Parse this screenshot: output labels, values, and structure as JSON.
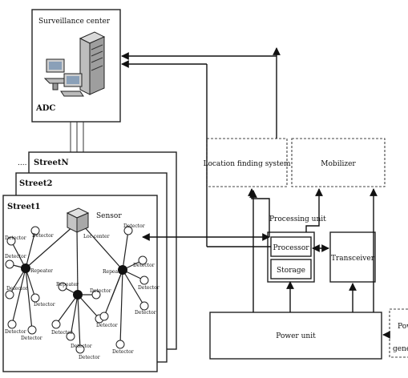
{
  "labels": {
    "surveillance_center": "Surveillance center",
    "adc": "ADC",
    "street_n": "StreetN",
    "street_2": "Street2",
    "street_1": "Street1",
    "sensor": "Sensor",
    "loc_center": "Loc center",
    "location_finding_system": "Location finding system",
    "mobilizer": "Mobilizer",
    "processing_unit": "Processing unit",
    "processor": "Processor",
    "storage": "Storage",
    "transceiver": "Transceiver",
    "power_unit": "Power unit",
    "power_generator_line1": "Pow",
    "power_generator_line2": "gene",
    "repeater": "Repeater",
    "detector": "Detector"
  },
  "icons": {
    "server": "server-icon",
    "workstation": "computer-icon",
    "router": "router-icon"
  }
}
